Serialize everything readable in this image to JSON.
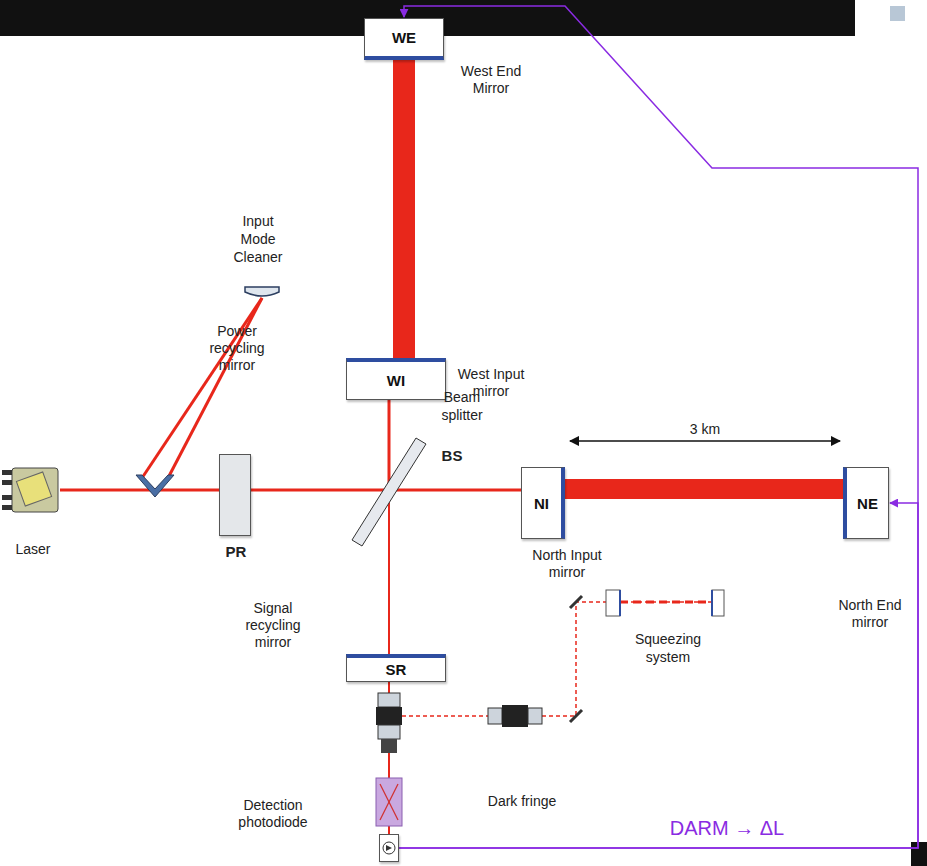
{
  "diagram": {
    "nodes": [
      {
        "text": [
          "WE",
          "West End Mirror"
        ]
      },
      {
        "text": [
          "WI",
          "West Input mirror"
        ]
      },
      {
        "text": [
          "NI",
          "North Input mirror"
        ]
      },
      {
        "text": [
          "NE",
          "North End mirror"
        ]
      },
      {
        "text": [
          "PR",
          "Power recycling mirror"
        ]
      },
      {
        "text": [
          "SR",
          "Signal recycling mirror"
        ]
      },
      {
        "text": [
          "Detection photodiode"
        ]
      }
    ],
    "edges": [
      {
        "from": 6,
        "to": 0,
        "arrow": "to"
      },
      {
        "from": 6,
        "to": 3,
        "arrow": "to"
      }
    ],
    "labels": [
      "Input Mode Cleaner",
      "Laser",
      "Beam splitter",
      "BS",
      "3 km",
      "Squeezing system",
      "Dark fringe",
      "DARM → ΔL"
    ]
  }
}
